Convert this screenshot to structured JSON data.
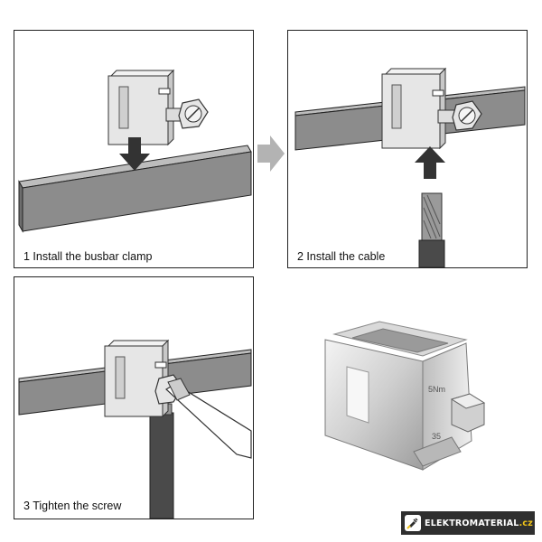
{
  "steps": [
    {
      "caption": "1 Install the busbar clamp"
    },
    {
      "caption": "2 Install the cable"
    },
    {
      "caption": "3 Tighten the screw"
    }
  ],
  "photo_markings": {
    "torque": "5Nm",
    "size": "35"
  },
  "logo": {
    "name": "ELEKTROMATERIAL",
    "tld": ".cz"
  },
  "colors": {
    "busbar": "#8c8c8c",
    "clamp": "#e6e6e6",
    "arrow": "#333333",
    "flow_arrow": "#b3b3b3",
    "cable": "#4a4a4a"
  }
}
